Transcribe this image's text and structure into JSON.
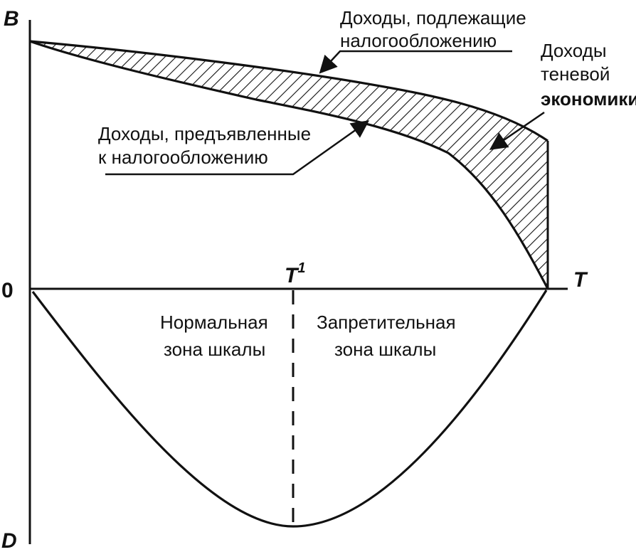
{
  "axes": {
    "y_top_label": "B",
    "origin_label": "0",
    "x_end_label": "T",
    "y_bottom_label": "D",
    "t1_label": "T",
    "t1_superscript": "1"
  },
  "labels": {
    "taxable_line1": "Доходы, подлежащие",
    "taxable_line2": "налогообложению",
    "declared_line1": "Доходы, предъявленные",
    "declared_line2": "к налогообложению",
    "shadow_line1": "Доходы",
    "shadow_line2": "теневой",
    "shadow_line3": "экономики",
    "normal_line1": "Нормальная",
    "normal_line2": "зона шкалы",
    "prohibitive_line1": "Запретительная",
    "prohibitive_line2": "зона шкалы"
  },
  "colors": {
    "ink": "#111111",
    "background": "#ffffff"
  }
}
